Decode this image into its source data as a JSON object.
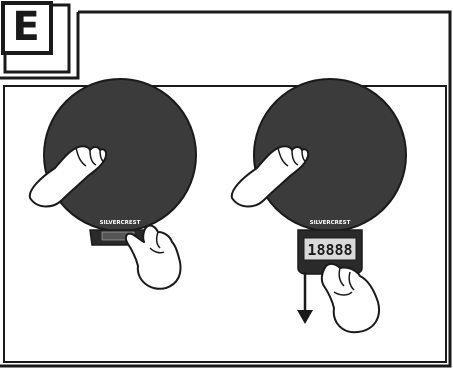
{
  "step": {
    "letter": "E"
  },
  "panels": [
    {
      "brand": "SILVERCREST",
      "display_text": ""
    },
    {
      "brand": "SILVERCREST",
      "display_text": "18888"
    }
  ],
  "icons": {
    "left_hand": "hand-pressing-icon",
    "right_hand": "finger-pressing-button-icon",
    "arrow": "arrow-down-icon"
  },
  "colors": {
    "plate": "#3b3b3b",
    "outline": "#1a1a1a",
    "background": "#ffffff"
  }
}
